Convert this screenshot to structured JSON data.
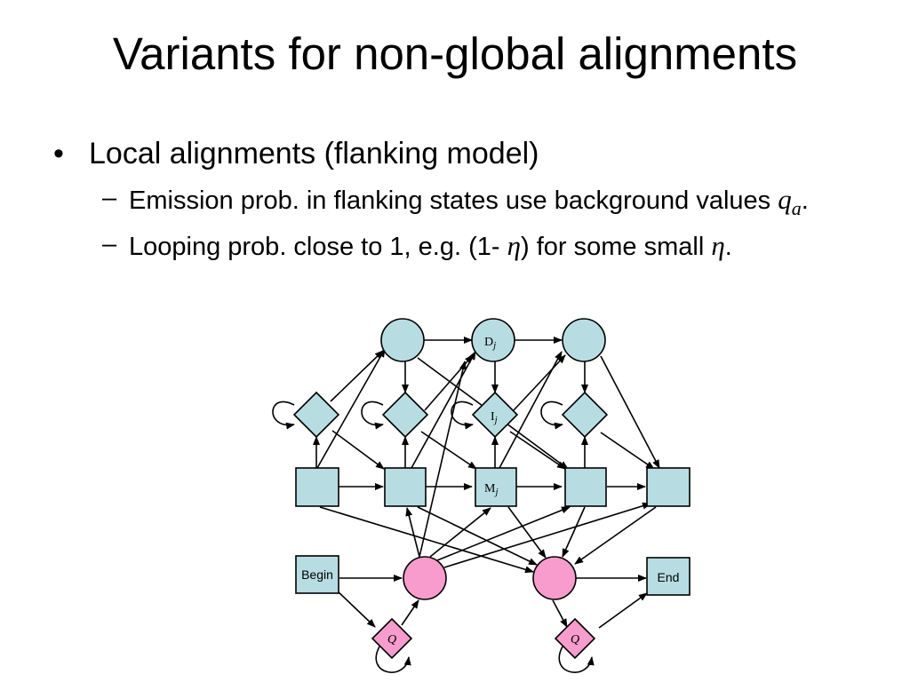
{
  "slide": {
    "title": "Variants for non-global alignments",
    "bullet": "Local alignments (flanking model)",
    "sub1_text": "Emission prob. in flanking states use background values ",
    "sub1_symbol": "q",
    "sub1_subscript": "a",
    "sub1_end": ".",
    "sub2_text": "Looping prob. close to 1, e.g. (1- ",
    "sub2_symbol1": "η",
    "sub2_mid": ") for some small ",
    "sub2_symbol2": "η",
    "sub2_end": "."
  },
  "diagram": {
    "delete_label": "D",
    "delete_sub": "j",
    "insert_label": "I",
    "insert_sub": "j",
    "match_label": "M",
    "match_sub": "j",
    "begin_label": "Begin",
    "end_label": "End",
    "flank_left_label": "Q",
    "flank_right_label": "Q",
    "colors": {
      "state_fill": "#b7dde2",
      "flank_fill": "#f79ccc",
      "stroke": "#000000"
    }
  }
}
